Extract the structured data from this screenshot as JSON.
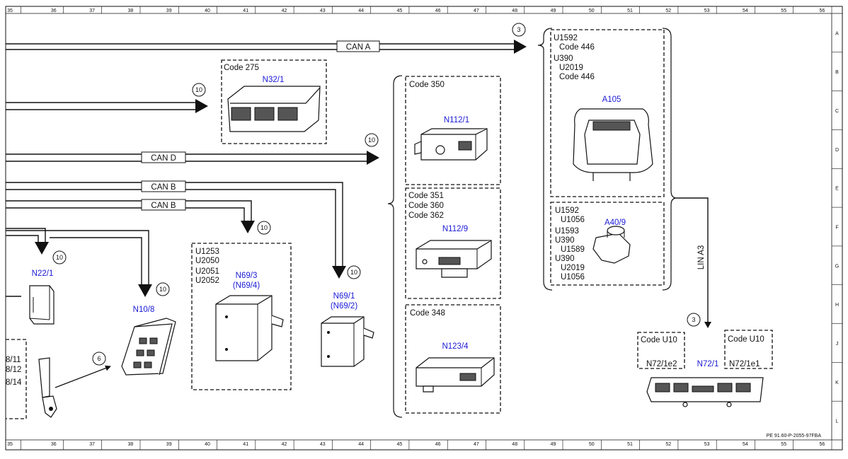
{
  "col_numbers": [
    "35",
    "36",
    "37",
    "38",
    "39",
    "40",
    "41",
    "42",
    "43",
    "44",
    "45",
    "46",
    "47",
    "48",
    "49",
    "50",
    "51",
    "52",
    "53",
    "54",
    "55",
    "56"
  ],
  "row_letters": [
    "A",
    "B",
    "C",
    "D",
    "E",
    "F",
    "G",
    "H",
    "J",
    "K",
    "L"
  ],
  "bus_labels": {
    "can_a": "CAN A",
    "can_d": "CAN D",
    "can_b_upper": "CAN B",
    "can_b_lower": "CAN B",
    "lin_a3": "LIN A3"
  },
  "circle_refs": {
    "r1": "3",
    "r2": "10",
    "r3": "10",
    "r4": "10",
    "r5": "10",
    "r6": "10",
    "r7": "10",
    "r8": "3",
    "r9": "6"
  },
  "partial_labels": [
    "8/11",
    "8/12",
    "8/14"
  ],
  "components": {
    "n32_1": {
      "code": "Code 275",
      "name": "N32/1"
    },
    "n22_1": {
      "name": "N22/1"
    },
    "n10_8": {
      "name": "N10/8"
    },
    "n69_3": {
      "codes": [
        "U1253",
        "U2050",
        "U2051",
        "U2052"
      ],
      "name": "N69/3",
      "alt": "(N69/4)"
    },
    "n69_1": {
      "name": "N69/1",
      "alt": "(N69/2)"
    },
    "n112_1": {
      "code": "Code 350",
      "name": "N112/1"
    },
    "n112_9": {
      "codes": [
        "Code 351",
        "Code 360",
        "Code 362"
      ],
      "name": "N112/9"
    },
    "n123_4": {
      "code": "Code 348",
      "name": "N123/4"
    },
    "a105": {
      "codes": [
        "U1592",
        "Code 446",
        "U390",
        "U2019",
        "Code 446"
      ],
      "name": "A105"
    },
    "a40_9": {
      "codes": [
        "U1592",
        "U1056",
        "U1593",
        "U390",
        "U1589",
        "U390",
        "U2019",
        "U1056"
      ],
      "name": "A40/9"
    },
    "n72_1": {
      "name": "N72/1",
      "left_code": "Code U10",
      "left_name": "N72/1e2",
      "right_code": "Code U10",
      "right_name": "N72/1e1"
    }
  },
  "doc_ref": "PE 91.60-P-2055-97FBA"
}
